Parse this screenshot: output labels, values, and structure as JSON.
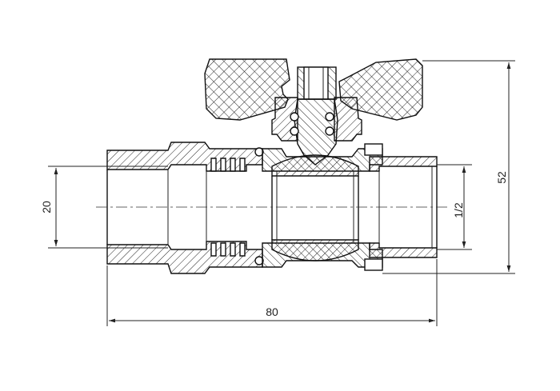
{
  "drawing": {
    "dimensions": {
      "overall_length": "80",
      "overall_height": "52",
      "left_bore": "20",
      "right_thread": "1/2"
    }
  },
  "colors": {
    "line": "#111111",
    "background": "#ffffff",
    "hatch": "#222222"
  }
}
